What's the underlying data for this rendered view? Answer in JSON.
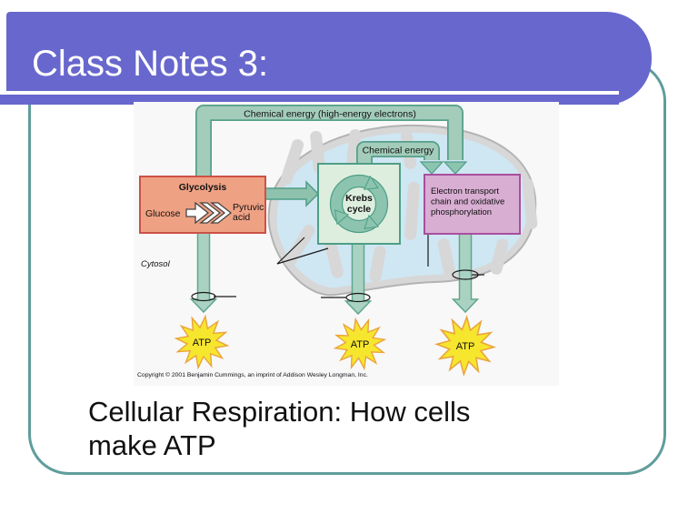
{
  "header": {
    "title": "Class Notes 3:"
  },
  "caption": {
    "text": "Cellular Respiration: How cells make ATP"
  },
  "diagram": {
    "labels": {
      "top_band": "Chemical energy (high-energy electrons)",
      "mid_band": "Chemical energy",
      "cytosol": "Cytosol",
      "copyright": "Copyright © 2001 Benjamin Cummings, an imprint of Addison Wesley Longman, Inc."
    },
    "glycolysis": {
      "title": "Glycolysis",
      "substrate": "Glucose",
      "product_line1": "Pyruvic",
      "product_line2": "acid"
    },
    "krebs": {
      "line1": "Krebs",
      "line2": "cycle"
    },
    "electron_transport": {
      "line1": "Electron transport",
      "line2": "chain and oxidative",
      "line3": "phosphorylation"
    },
    "atp": [
      "ATP",
      "ATP",
      "ATP"
    ],
    "colors": {
      "accent_purple": "#6767cd",
      "frame_teal": "#5f9d9b",
      "arrow_band_teal": "#a3ccbb",
      "arrow_border_teal": "#55a089",
      "glycolysis_fill": "#efa183",
      "glycolysis_border": "#cc5148",
      "krebs_fill": "#ddeede",
      "krebs_border": "#4e9e86",
      "etc_fill": "#d9aed3",
      "etc_border": "#a84f9e",
      "atp_yellow": "#f6e62e",
      "atp_border": "#eaa43c",
      "mito_gray": "#d7d7d7",
      "mito_blue": "#cfe6f3"
    }
  }
}
